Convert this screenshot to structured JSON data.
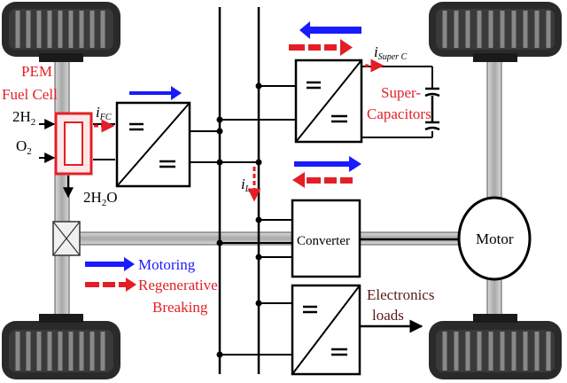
{
  "labels": {
    "pem_line1": "PEM",
    "pem_line2": "Fuel Cell",
    "h2_in": "2H",
    "h2_sub": "2",
    "o2_in": "O",
    "o2_sub": "2",
    "water_out_pre": "2H",
    "water_out_sub": "2",
    "water_out_post": "O",
    "i_fc": "i",
    "i_fc_sub": "FC",
    "i_sc": "i",
    "i_sc_sub": "Super C",
    "i_l": "i",
    "i_l_sub": "L",
    "supercap_line1": "Super-",
    "supercap_line2": "Capacitors",
    "converter": "Converter",
    "motor": "Motor",
    "electronics_line1": "Electronics",
    "electronics_line2": "loads",
    "legend_motoring": "Motoring",
    "legend_regen_line1": "Regenerative",
    "legend_regen_line2": "Breaking"
  },
  "colors": {
    "red": "#e41e26",
    "blue": "#1a1aff",
    "dark_red": "#5a1a1a",
    "wheel": "#2a2a2a",
    "axle": "#bfbfbf"
  }
}
